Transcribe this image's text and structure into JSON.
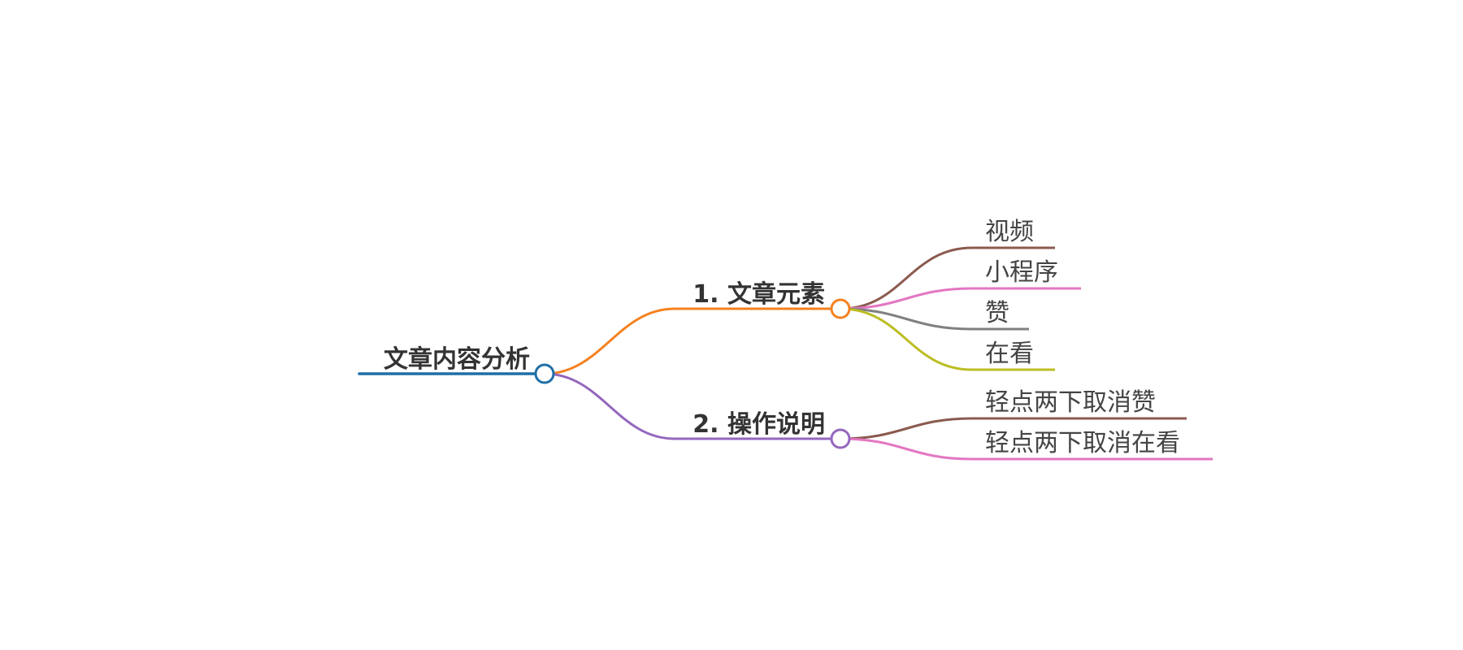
{
  "mindmap": {
    "root": {
      "label": "文章内容分析",
      "color": "#1f6fa8"
    },
    "branches": [
      {
        "label": "1. 文章元素",
        "color": "#f5811f",
        "children": [
          {
            "label": "视频",
            "color": "#8b5a4f"
          },
          {
            "label": "小程序",
            "color": "#e377c2"
          },
          {
            "label": "赞",
            "color": "#808080"
          },
          {
            "label": "在看",
            "color": "#bcbd22"
          }
        ]
      },
      {
        "label": "2. 操作说明",
        "color": "#9467bd",
        "children": [
          {
            "label": "轻点两下取消赞",
            "color": "#8b5a4f"
          },
          {
            "label": "轻点两下取消在看",
            "color": "#e377c2"
          }
        ]
      }
    ]
  }
}
